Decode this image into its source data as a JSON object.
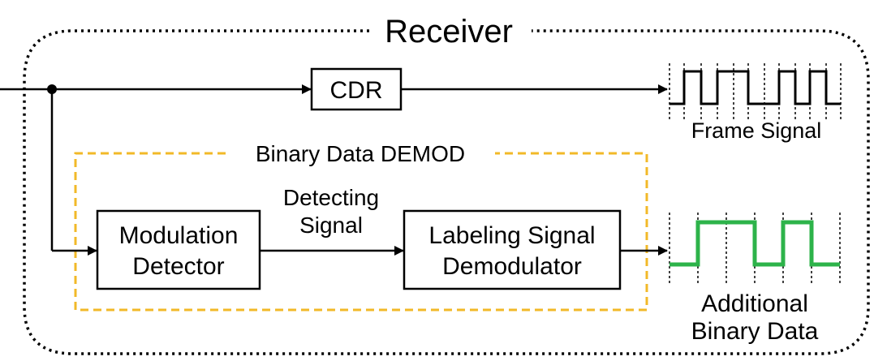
{
  "receiver": {
    "title": "Receiver"
  },
  "demod": {
    "title": "Binary Data DEMOD"
  },
  "blocks": {
    "cdr": "CDR",
    "modulation_detector": [
      "Modulation",
      "Detector"
    ],
    "labeling_demodulator": [
      "Labeling Signal",
      "Demodulator"
    ]
  },
  "edge_labels": {
    "detecting_signal": [
      "Detecting",
      "Signal"
    ]
  },
  "outputs": {
    "frame_signal": "Frame Signal",
    "additional_data": [
      "Additional",
      "Binary Data"
    ]
  },
  "colors": {
    "line": "#000000",
    "demod_border": "#F2B928",
    "data_wave": "#2DB34A"
  }
}
